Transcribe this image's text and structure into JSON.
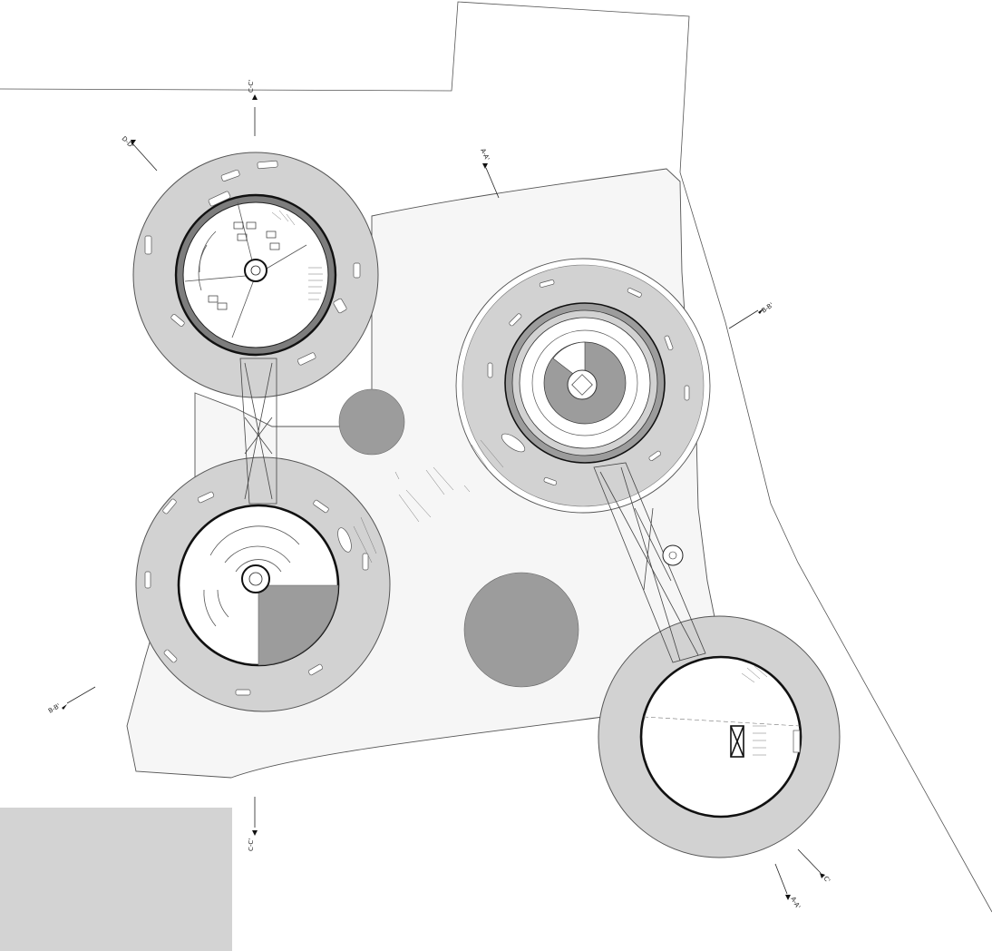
{
  "section_markers": [
    {
      "id": "cc-top",
      "label": "C-C'"
    },
    {
      "id": "dd",
      "label": "D-D'"
    },
    {
      "id": "aa-top",
      "label": "A-A'"
    },
    {
      "id": "bb-right",
      "label": "B-B'"
    },
    {
      "id": "bb-left",
      "label": "B-B'"
    },
    {
      "id": "cc-bottom",
      "label": "C-C'"
    },
    {
      "id": "c-bottom-right",
      "label": "C'"
    },
    {
      "id": "aa-bottom",
      "label": "A-A'"
    }
  ],
  "colors": {
    "ground": "#f6f6f6",
    "ring": "#d2d2d2",
    "dark_fill": "#9c9c9c",
    "ink": "#1a1a1a",
    "swatch": "#d3d3d3"
  }
}
